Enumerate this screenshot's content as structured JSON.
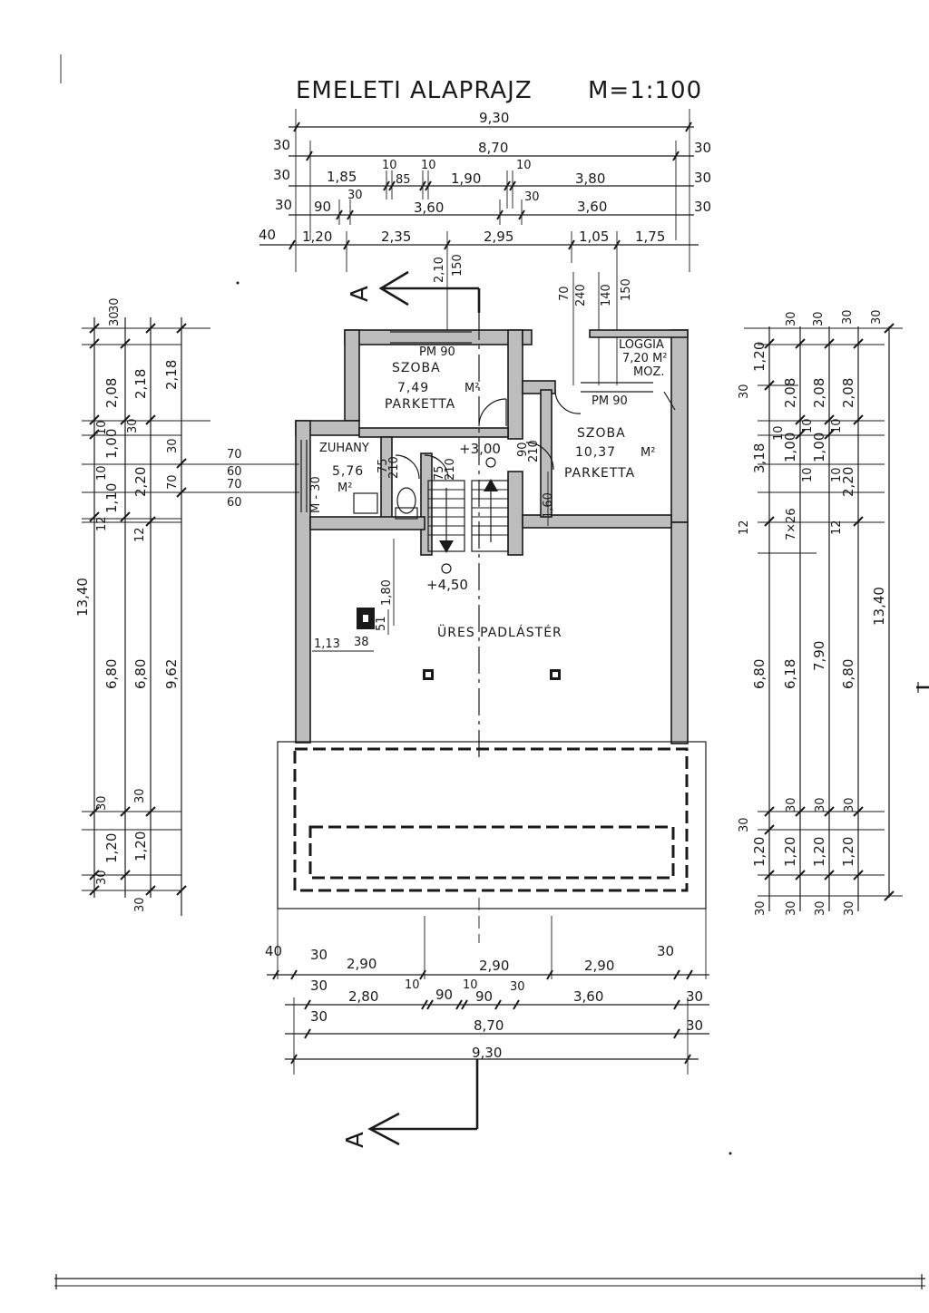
{
  "title": "EMELETI ALAPRAJZ",
  "scale": "M=1:100",
  "section_marker": "A",
  "top_dims": {
    "row1": [
      "9,30"
    ],
    "row2": [
      "30",
      "8,70",
      "30"
    ],
    "row3": [
      "30",
      "1,85",
      "10",
      "85",
      "10",
      "1,90",
      "10",
      "3,80",
      "30"
    ],
    "row4": [
      "30",
      "90",
      "30",
      "3,60",
      "30",
      "3,60",
      "30"
    ],
    "row5": [
      "40",
      "1,20",
      "2,35",
      "2,95",
      "1,05",
      "1,75"
    ],
    "vert": [
      "2,10",
      "150",
      "70",
      "240",
      "140",
      "150"
    ]
  },
  "bottom_dims": {
    "row1": [
      "40",
      "30",
      "2,90",
      "2,90",
      "2,90",
      "30"
    ],
    "row2": [
      "30",
      "2,80",
      "10",
      "90",
      "10",
      "90",
      "30",
      "3,60",
      "30"
    ],
    "row3": [
      "30",
      "8,70",
      "30"
    ],
    "row4": [
      "9,30"
    ]
  },
  "left_dims": {
    "col1": [
      "30",
      "2,08",
      "10",
      "1,00",
      "10",
      "1,10",
      "12",
      "6,80",
      "30",
      "1,20",
      "30"
    ],
    "col2": [
      "2,18",
      "30",
      "2,20",
      "12",
      "6,80",
      "30",
      "1,20",
      "30"
    ],
    "col3": [
      "30",
      "2,18",
      "30",
      "70",
      "9,62"
    ],
    "outer": "13,40",
    "window": [
      "70",
      "60",
      "70",
      "60"
    ]
  },
  "right_dims": {
    "col1": [
      "30",
      "1,20",
      "30",
      "3,18",
      "10",
      "12",
      "6,80",
      "30",
      "1,20",
      "30"
    ],
    "col2": [
      "30",
      "2,08",
      "10",
      "1,00",
      "10",
      "7×26",
      "6,18",
      "30",
      "1,20",
      "30"
    ],
    "col3": [
      "30",
      "2,08",
      "10",
      "1,00",
      "10",
      "7,90",
      "30",
      "1,20",
      "30"
    ],
    "col4": [
      "30",
      "2,08",
      "2,20",
      "12",
      "6,80",
      "30",
      "1,20",
      "30"
    ],
    "outer": "13,40"
  },
  "rooms": {
    "room1": {
      "pm": "PM 90",
      "name": "SZOBA",
      "area": "7,49",
      "unit": "M²",
      "floor": "PARKETTA"
    },
    "room2": {
      "pm": "PM 90",
      "name": "SZOBA",
      "area": "10,37",
      "unit": "M²",
      "floor": "PARKETTA"
    },
    "wc": {
      "name": "ZUHANY",
      "area": "5,76",
      "unit": "M²",
      "side": "M - 30",
      "door1": "75",
      "door1b": "210",
      "door2": "75",
      "door2b": "210"
    },
    "loggia": {
      "name": "LOGGIA",
      "area": "7,20 M²",
      "floor": "MOZ."
    },
    "attic": {
      "name": "ÜRES PADLÁSTÉR"
    }
  },
  "levels": {
    "upper": "+3,00",
    "lower": "+4,50"
  },
  "interior_dims": {
    "d1": "1,60",
    "d2": "1,80",
    "d3": "51",
    "d4": "1,13",
    "d5": "38",
    "door3": "90",
    "door3b": "210"
  }
}
